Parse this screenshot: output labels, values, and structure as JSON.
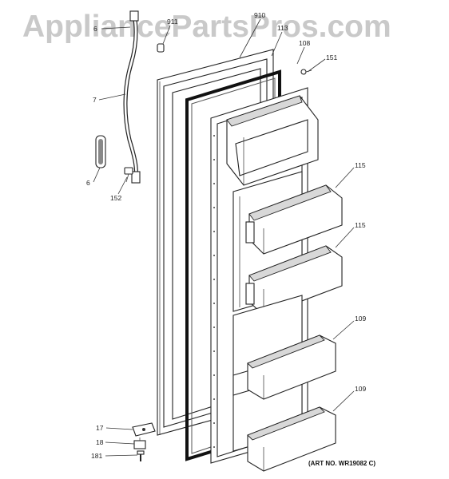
{
  "watermark": "AppliancePartsPros.com",
  "art_number": "(ART NO. WR19082 C)",
  "callouts": {
    "c6_top": "6",
    "c911": "911",
    "c910": "910",
    "c113": "113",
    "c108": "108",
    "c151": "151",
    "c7": "7",
    "c6": "6",
    "c152": "152",
    "c115_a": "115",
    "c115_b": "115",
    "c109_a": "109",
    "c109_b": "109",
    "c17": "17",
    "c18": "18",
    "c181": "181"
  }
}
